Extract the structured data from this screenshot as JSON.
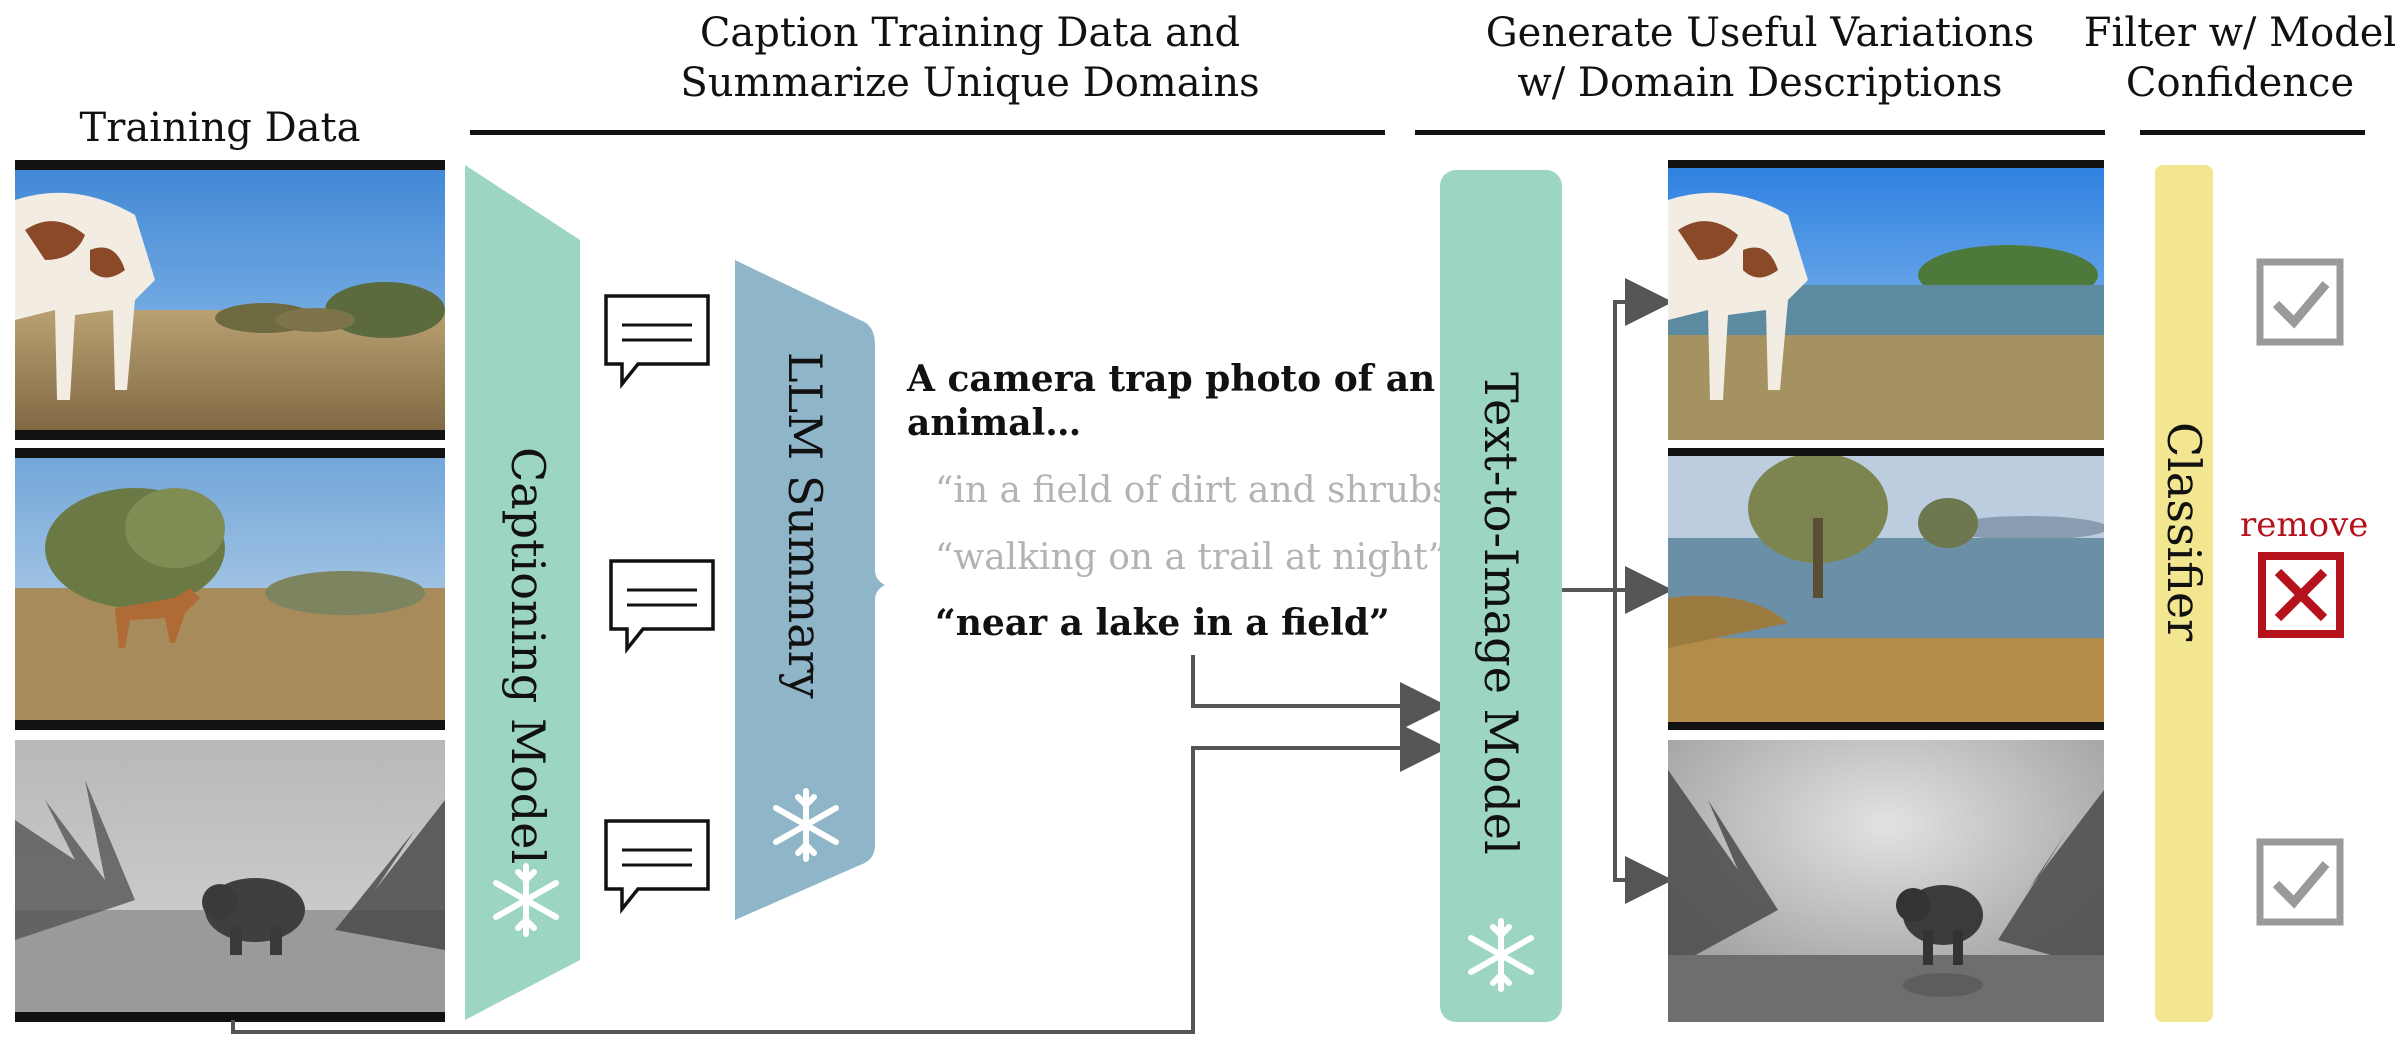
{
  "headers": {
    "training": "Training Data",
    "caption_line1": "Caption Training Data and",
    "caption_line2": "Summarize Unique Domains",
    "generate_line1": "Generate Useful Variations",
    "generate_line2": "w/ Domain Descriptions",
    "filter_line1": "Filter w/ Model",
    "filter_line2": "Confidence"
  },
  "models": {
    "captioning": "Captioning Model",
    "llm": "LLM Summary",
    "t2i": "Text-to-Image Model",
    "classifier": "Classifier"
  },
  "captions": {
    "main_line1": "A camera trap photo of an",
    "main_line2": "animal…",
    "domain1": "“in a field of dirt and shrubs”",
    "domain2": "“walking on a trail at night”",
    "domain3": "“near a lake in a field”"
  },
  "filter": {
    "remove_label": "remove"
  },
  "colors": {
    "model_green": "#9dd5c5",
    "llm_blue": "#8fb5c8",
    "classifier_yellow": "#f3e690",
    "remove_red": "#b5121b",
    "check_grey": "#9a9a9a",
    "highlight_text": "#111111",
    "faded_text": "#b3b3b3"
  },
  "icons": {
    "snowflake": "snowflake-icon",
    "speech": "speech-bubble-icon",
    "check": "checkbox-checked-icon",
    "cross": "checkbox-cross-icon"
  }
}
